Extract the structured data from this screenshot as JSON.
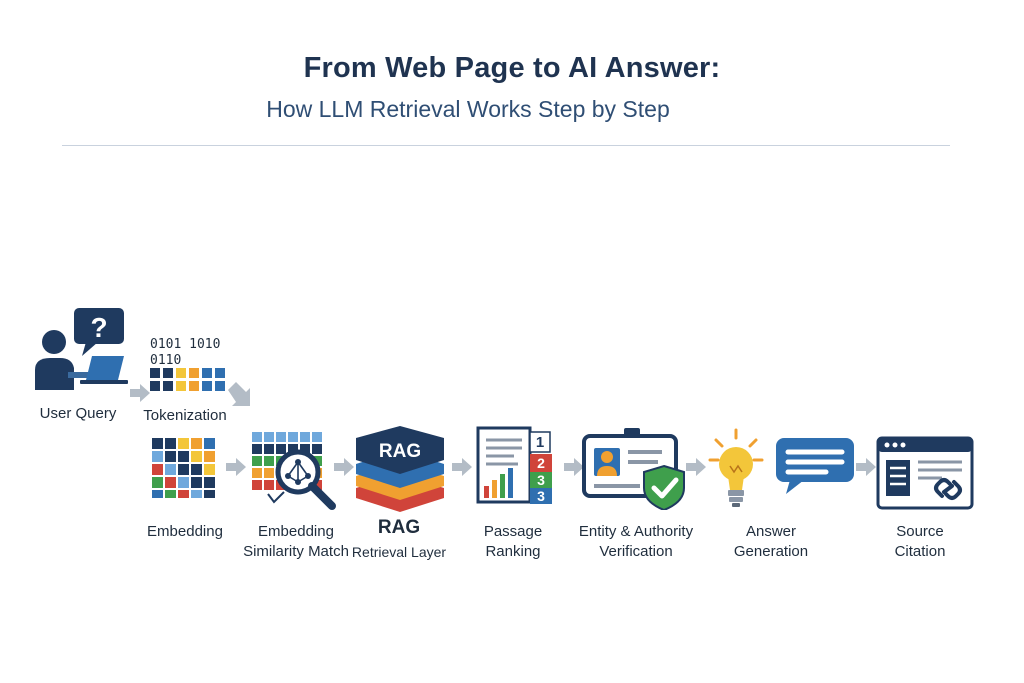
{
  "header": {
    "title": "From Web Page to AI Answer:",
    "subtitle": "How LLM Retrieval Works Step by Step"
  },
  "icons": {
    "question_mark": "?",
    "binary_line_1": "0101  1010",
    "binary_line_2": "0110",
    "rag_badge": "RAG",
    "rank_1": "1",
    "rank_2": "2",
    "rank_3": "3"
  },
  "steps": {
    "user_query": "User Query",
    "tokenization": "Tokenization",
    "embedding": "Embedding",
    "similarity_line1": "Embedding",
    "similarity_line2": "Similarity Match",
    "rag_line1": "RAG",
    "rag_line2": "Retrieval Layer",
    "ranking_line1": "Passage",
    "ranking_line2": "Ranking",
    "verification_line1": "Entity & Authority",
    "verification_line2": "Verification",
    "answer_line1": "Answer",
    "answer_line2": "Generation",
    "citation_line1": "Source",
    "citation_line2": "Citation"
  },
  "colors": {
    "navy": "#1f3a5f",
    "blue": "#2f6fb0",
    "light_blue": "#6fa8dc",
    "orange": "#f0a030",
    "red": "#d0443a",
    "green": "#3f9f4c",
    "yellow": "#f3c63a",
    "arrow_gray": "#b3bcc6"
  }
}
